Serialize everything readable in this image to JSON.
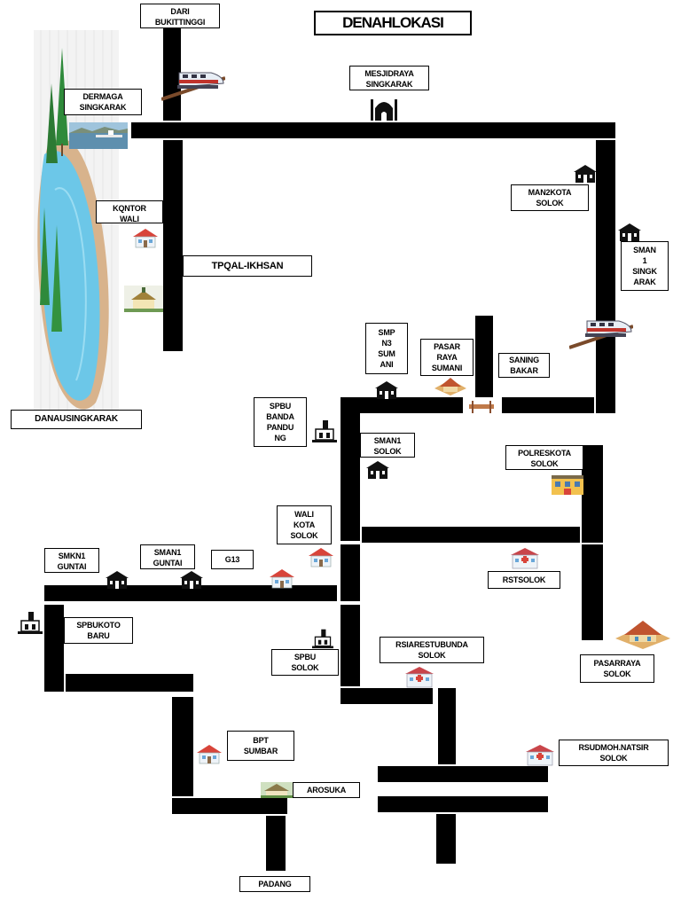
{
  "title": "DENAHLOKASI",
  "colors": {
    "road": "#000000",
    "lake_water": "#6cc7e8",
    "lake_shore": "#d8b38c",
    "tree": "#2f8a3b",
    "building_roof": "#d8443a",
    "building_wall": "#eef3f8",
    "train_body": "#e8eef5",
    "train_stripe": "#c0332b"
  },
  "labels": {
    "dari_bukittinggi": "DARI\nBUKITTINGGI",
    "mesjid_raya": "MESJIDRAYA\nSINGKARAK",
    "dermaga": "DERMAGA\nSINGKARAK",
    "kantor_wali": "KQNTOR\nWALI",
    "tpq": "TPQAL-IKHSAN",
    "man2": "MAN2KOTA\nSOLOK",
    "sman1_singkarak": "SMAN\n1\nSINGK\nARAK",
    "danau": "DANAUSINGKARAK",
    "smpn3": "SMP\nN3\nSUM\nANI",
    "pasar_sumani": "PASAR\nRAYA\nSUMANI",
    "saning_bakar": "SANING\nBAKAR",
    "spbu_banda": "SPBU\nBANDA\nPANDU\nNG",
    "sman1_solok": "SMAN1\nSOLOK",
    "polres": "POLRESKOTA\nSOLOK",
    "wali_kota": "WALI\nKOTA\nSOLOK",
    "smkn1": "SMKN1\nGUNTAI",
    "sman1_guntai": "SMAN1\nGUNTAI",
    "g13": "G13",
    "rst": "RSTSOLOK",
    "spbu_koto": "SPBUKOTO\nBARU",
    "spbu_solok": "SPBU\nSOLOK",
    "rsia": "RSIARESTUBUNDA\nSOLOK",
    "pasar_solok": "PASARRAYA\nSOLOK",
    "bpt": "BPT\nSUMBAR",
    "rsud": "RSUDMOH.NATSIR\nSOLOK",
    "arosuka": "AROSUKA",
    "padang": "PADANG"
  },
  "icons": [
    "lake-icon",
    "train-icon",
    "mosque-icon",
    "pier-photo-icon",
    "house-icon",
    "school-icon",
    "market-icon",
    "bridge-icon",
    "fuel-station-icon",
    "police-building-icon",
    "hospital-icon",
    "government-building-icon"
  ]
}
